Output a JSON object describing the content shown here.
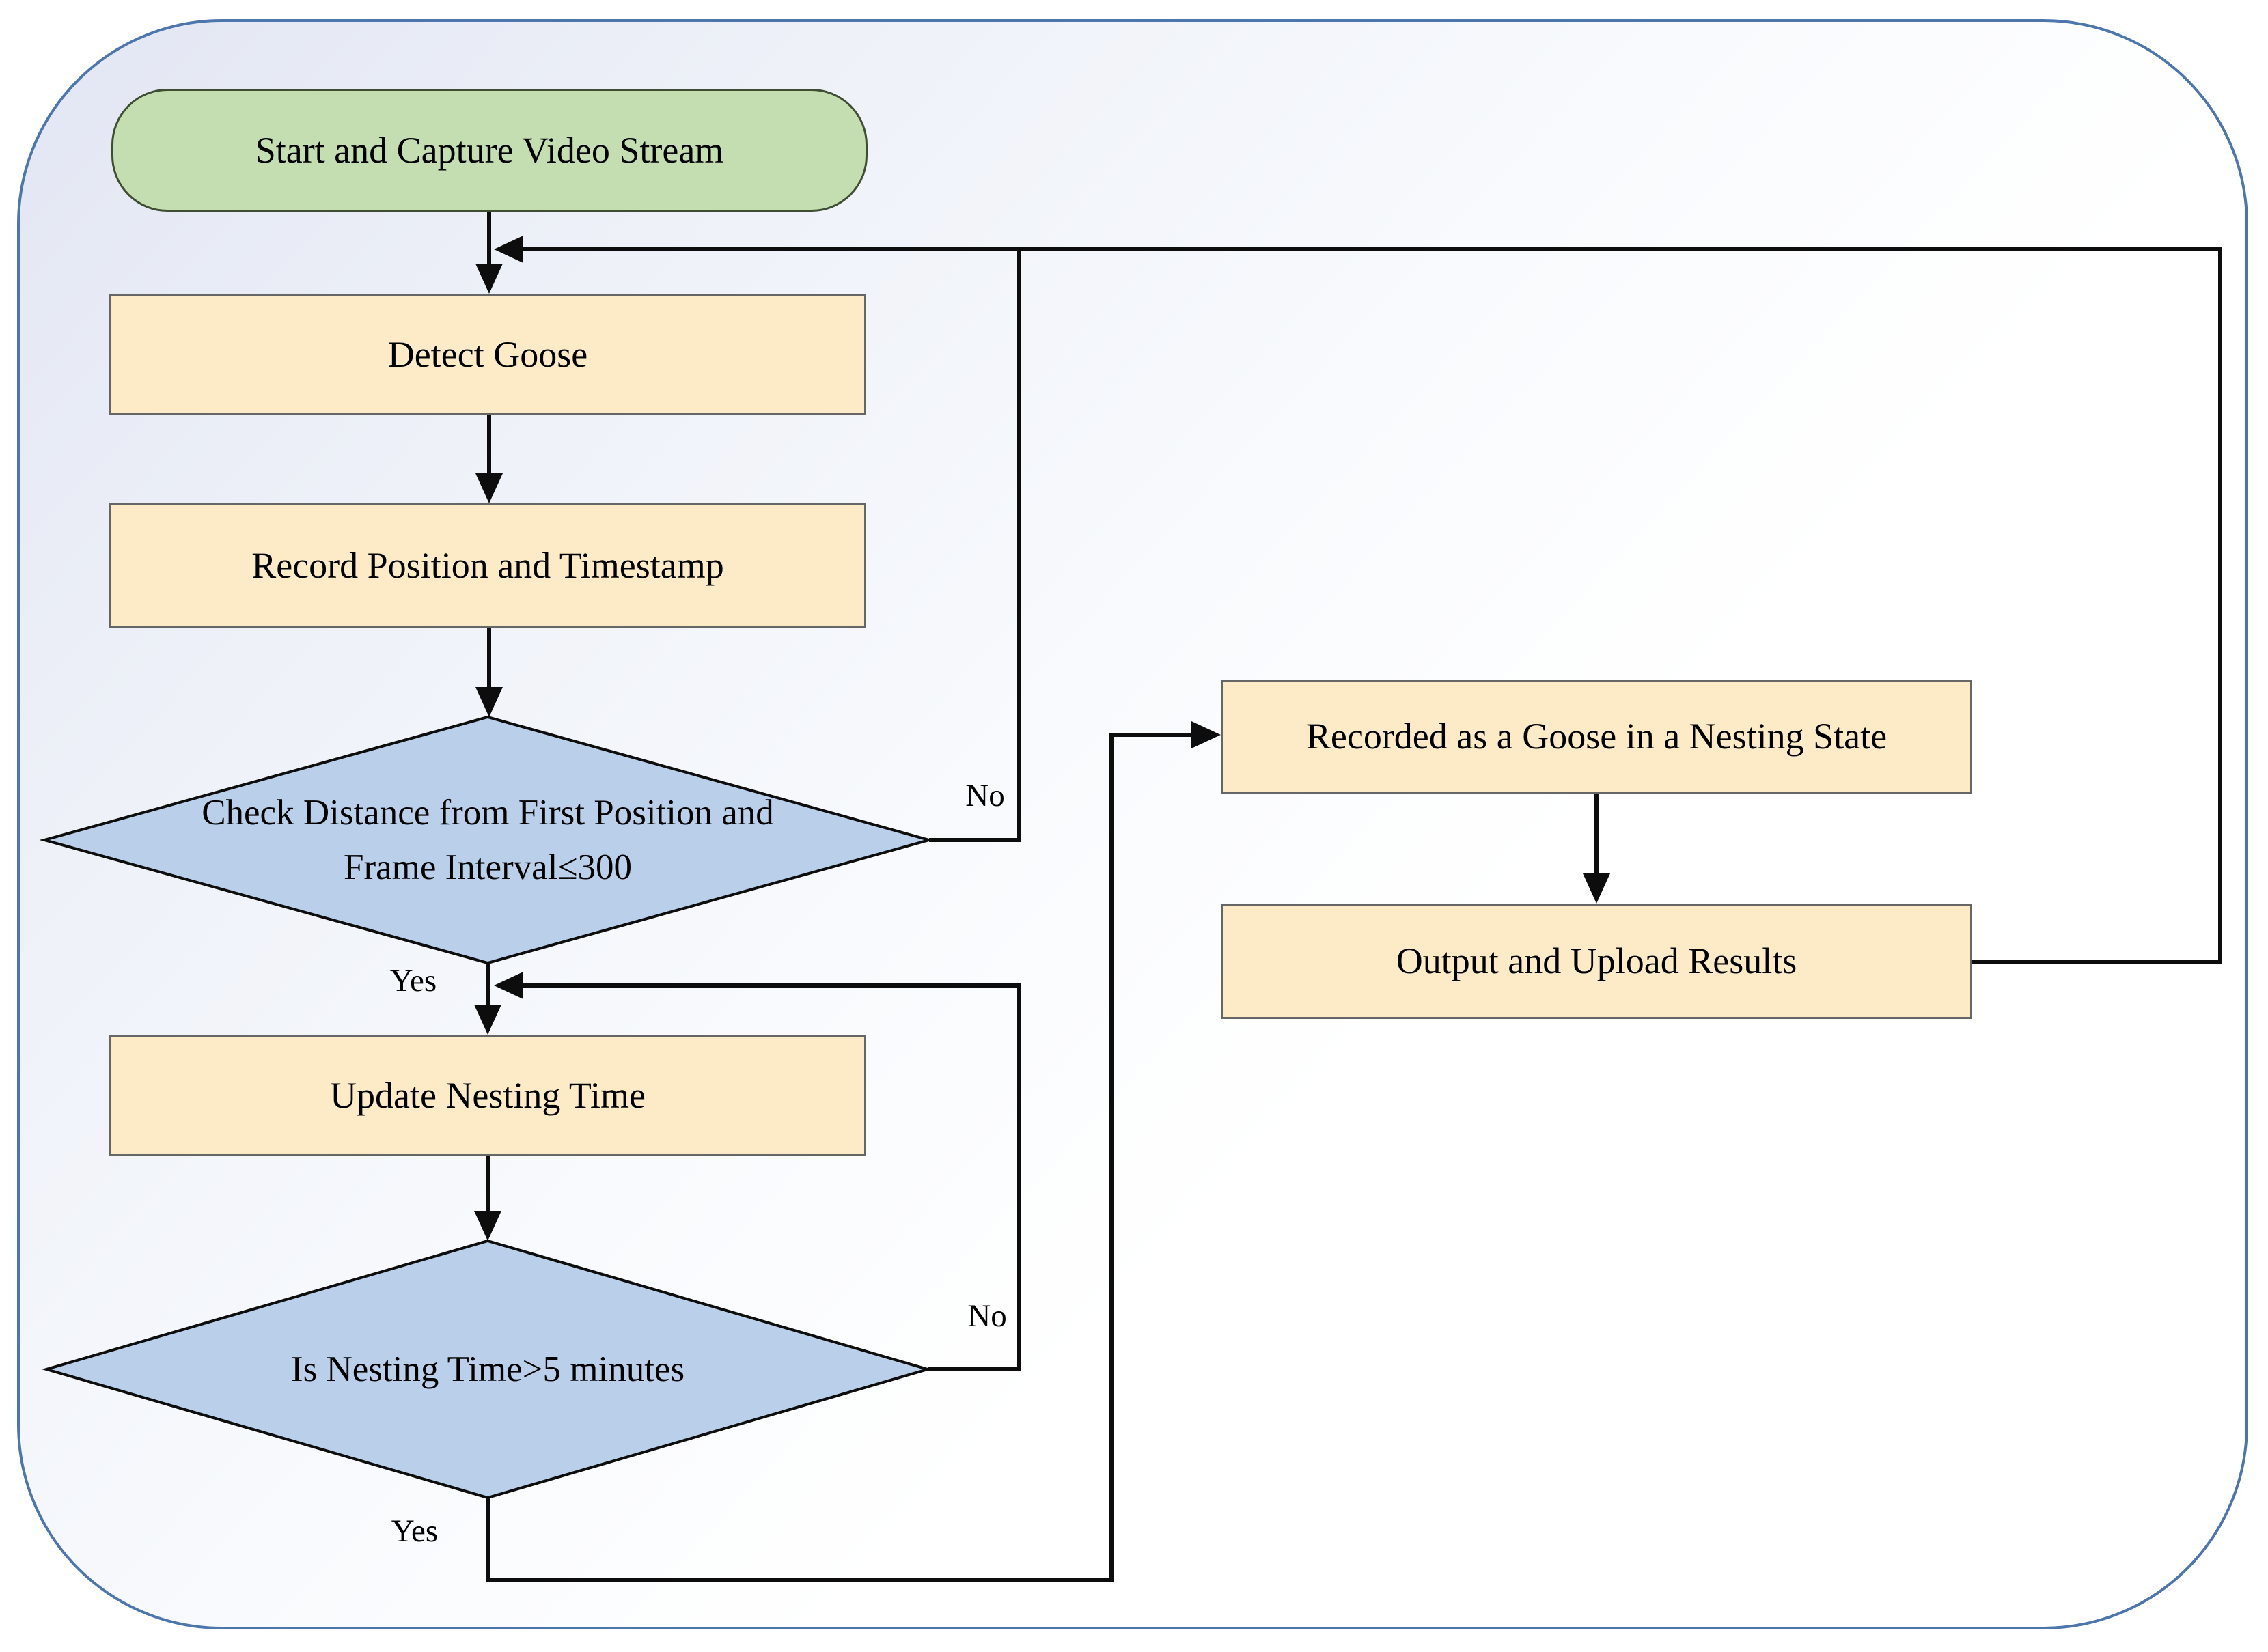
{
  "diagram": {
    "nodes": {
      "start": {
        "label": "Start and Capture Video Stream"
      },
      "detect_goose": {
        "label": "Detect Goose"
      },
      "record_position": {
        "label": "Record Position and Timestamp"
      },
      "check_distance": {
        "line1": "Check Distance from First Position and",
        "line2": "Frame Interval≤300"
      },
      "update_nesting_time": {
        "label": "Update Nesting Time"
      },
      "is_nesting_time": {
        "label": "Is Nesting Time>5 minutes"
      },
      "recorded_nesting": {
        "label": "Recorded as a Goose in a Nesting State"
      },
      "output_upload": {
        "label": "Output and Upload Results"
      }
    },
    "edge_labels": {
      "check_distance_no": "No",
      "check_distance_yes": "Yes",
      "nesting_time_no": "No",
      "nesting_time_yes": "Yes"
    }
  },
  "colors": {
    "line": "#0d0d0d",
    "text": "#000000",
    "container-border": "#4d76ad",
    "bg-top-left": "#e2e6f3",
    "bg-white": "#ffffff",
    "terminator-fill": "#c4deb2",
    "terminator-border": "#3f4d33",
    "process-fill": "#fdeac6",
    "process-border": "#666666",
    "decision-fill": "#b9cfea",
    "decision-border": "#0d0d0d"
  }
}
